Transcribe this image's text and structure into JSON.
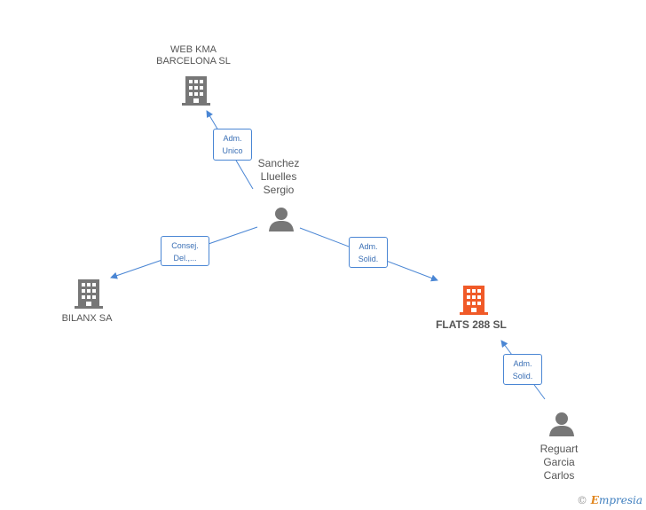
{
  "nodes": {
    "web_kma": {
      "line1": "WEB KMA",
      "line2": "BARCELONA SL"
    },
    "bilanx": {
      "line1": "BILANX SA"
    },
    "flats": {
      "line1": "FLATS 288 SL"
    },
    "sanchez": {
      "line1": "Sanchez",
      "line2": "Lluelles",
      "line3": "Sergio"
    },
    "reguart": {
      "line1": "Reguart",
      "line2": "Garcia",
      "line3": "Carlos"
    }
  },
  "edges": {
    "adm_unico": {
      "line1": "Adm.",
      "line2": "Unico"
    },
    "consej": {
      "line1": "Consej.",
      "line2": "Del.,..."
    },
    "adm_solid_1": {
      "line1": "Adm.",
      "line2": "Solid."
    },
    "adm_solid_2": {
      "line1": "Adm.",
      "line2": "Solid."
    }
  },
  "watermark": {
    "copyright": "©",
    "brand_first": "E",
    "brand_rest": "mpresia"
  },
  "colors": {
    "company": "#777777",
    "focus_company": "#f05a28",
    "person": "#777777",
    "edge": "#4a86d4"
  },
  "icons": {
    "company": "building-icon",
    "person": "person-icon"
  }
}
